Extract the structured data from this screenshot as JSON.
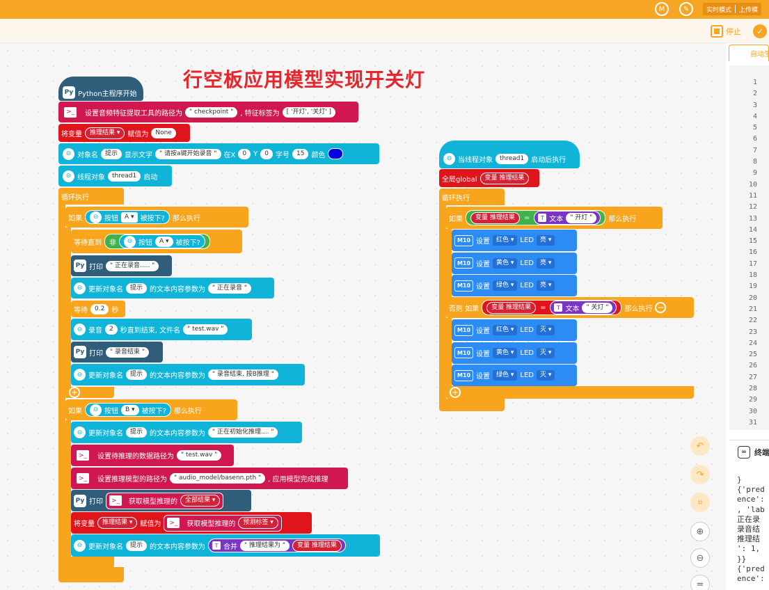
{
  "topbar": {
    "mode_realtime": "实时模式",
    "mode_upload": "上传模"
  },
  "toolbar": {
    "stop_label": "停止",
    "icon_a": "M",
    "icon_b": "✎"
  },
  "title": "行空板应用模型实现开关灯",
  "main": {
    "hat": "Python主程序开始",
    "set_path": {
      "text1": "设置音频特征提取工具的路径为",
      "path": "\" checkpoint \"",
      "text2": ", 特征标签为",
      "labels": "[ '开灯', '关灯' ]"
    },
    "set_var": {
      "text1": "将变量",
      "var": "推理结果",
      "text2": "赋值为",
      "value": "None"
    },
    "obj_text": {
      "t1": "对象名",
      "name": "提示",
      "t2": "显示文字",
      "str": "\" 请按a键开始录音 \"",
      "t3": "在X",
      "x": "0",
      "t4": "Y",
      "y": "0",
      "t5": "字号",
      "size": "15",
      "t6": "颜色"
    },
    "thread_start": {
      "t1": "线程对象",
      "name": "thread1",
      "t2": "启动"
    },
    "loop": "循环执行",
    "ifA": {
      "t1": "如果",
      "t2": "按钮",
      "btn": "A",
      "t3": "被按下?",
      "t4": "那么执行"
    },
    "wait_until": {
      "t1": "等待直到",
      "t2": "非",
      "t3": "按钮",
      "btn": "A",
      "t4": "被按下?"
    },
    "print1": {
      "t1": "打印",
      "str": "\" 正在录音..... \""
    },
    "upd1": {
      "t1": "更新对象名",
      "name": "提示",
      "t2": "的文本内容参数为",
      "str": "\" 正在录音 \""
    },
    "wait": {
      "t1": "等待",
      "val": "0.2",
      "t2": "秒"
    },
    "record": {
      "t1": "录音",
      "val": "2",
      "t2": "秒直到结束, 文件名",
      "str": "\" test.wav \""
    },
    "print2": {
      "t1": "打印",
      "str": "\" 录音结束 \""
    },
    "upd2": {
      "t1": "更新对象名",
      "name": "提示",
      "t2": "的文本内容参数为",
      "str": "\" 录音结束, 按B推理 \""
    },
    "ifB": {
      "t1": "如果",
      "t2": "按钮",
      "btn": "B",
      "t3": "被按下?",
      "t4": "那么执行"
    },
    "upd3": {
      "t1": "更新对象名",
      "name": "提示",
      "t2": "的文本内容参数为",
      "str": "\" 正在初始化推理.... \""
    },
    "set_data": {
      "t1": "设置待推理的数据路径为",
      "str": "\" test.wav \""
    },
    "set_model": {
      "t1": "设置推理模型的路径为",
      "str": "\" audio_model/basenn.pth \"",
      "t2": ", 应用模型完成推理"
    },
    "print3": {
      "t1": "打印",
      "t2": "获取模型推理的",
      "opt": "全部结果"
    },
    "set_var2": {
      "t1": "将变量",
      "var": "推理结果",
      "t2": "赋值为",
      "t3": "获取模型推理的",
      "opt": "预测标签"
    },
    "upd4": {
      "t1": "更新对象名",
      "name": "提示",
      "t2": "的文本内容参数为",
      "t3": "合并",
      "str": "\" 推理结果为 \"",
      "var": "变量 推理结果"
    }
  },
  "thread": {
    "hat": {
      "t1": "当线程对象",
      "name": "thread1",
      "t2": "启动后执行"
    },
    "global": {
      "t1": "全局global",
      "var": "变量 推理结果"
    },
    "loop": "循环执行",
    "if1": {
      "t1": "如果",
      "var": "变量 推理结果",
      "eq": "=",
      "t2": "文本",
      "str": "\" 开灯 \"",
      "t3": "那么执行"
    },
    "leds_on": [
      {
        "t1": "设置",
        "color": "红色",
        "t2": "LED",
        "state": "亮"
      },
      {
        "t1": "设置",
        "color": "黄色",
        "t2": "LED",
        "state": "亮"
      },
      {
        "t1": "设置",
        "color": "绿色",
        "t2": "LED",
        "state": "亮"
      }
    ],
    "else_if": {
      "t1": "否则 如果",
      "var": "变量 推理结果",
      "eq": "=",
      "t2": "文本",
      "str": "\" 关灯 \"",
      "t3": "那么执行"
    },
    "leds_off": [
      {
        "t1": "设置",
        "color": "红色",
        "t2": "LED",
        "state": "灭"
      },
      {
        "t1": "设置",
        "color": "黄色",
        "t2": "LED",
        "state": "灭"
      },
      {
        "t1": "设置",
        "color": "绿色",
        "t2": "LED",
        "state": "灭"
      }
    ]
  },
  "code_panel": {
    "tab": "自动生",
    "lines": "1\n2\n3\n4\n5\n6\n7\n8\n9\n10\n11\n12\n13\n14\n15\n16\n17\n18\n19\n20\n21\n22\n23\n24\n25\n26\n27\n28\n29\n30\n31"
  },
  "terminal": {
    "title": "终端",
    "text": "}\n{'pred\nence':\n, 'lab\n正在录\n录音结\n推理结\n': 1,\n}}\n{'pred\nence':"
  },
  "colors": {
    "orange": "#f6a623",
    "loop": "#f8a51d",
    "cyan": "#10b4d9",
    "crimson": "#d0174f",
    "blue": "#2c8cf3",
    "title_red": "#e6262c",
    "draw_color": "#0000e0"
  }
}
